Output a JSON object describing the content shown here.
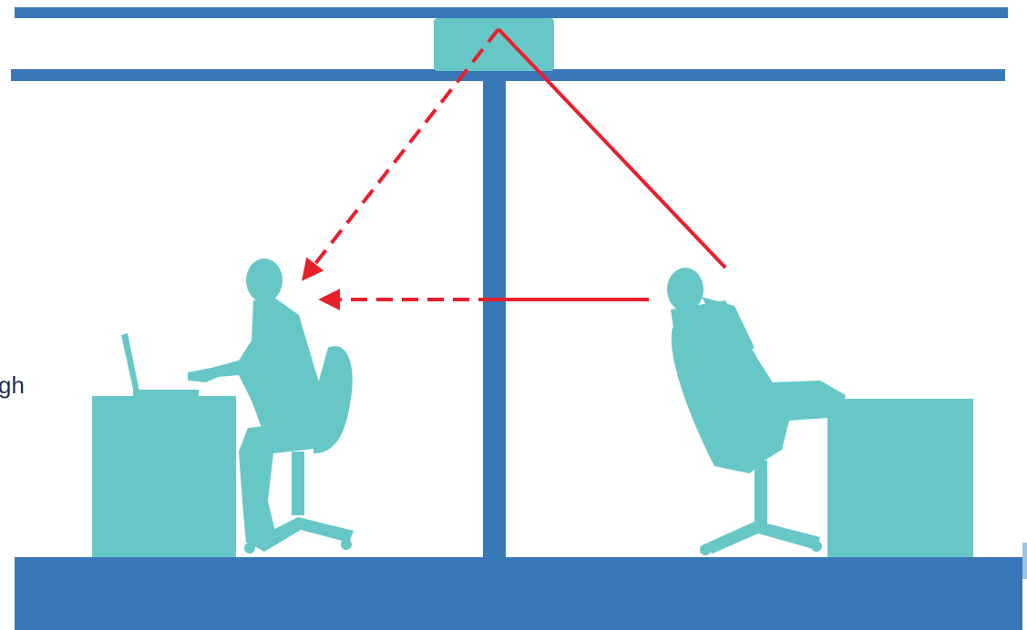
{
  "colors": {
    "structure": "#3978b8",
    "figure": "#67c7c7",
    "ceiling_unit": "#67c7c7",
    "sound_path": "#e8202a",
    "background": "#ffffff"
  },
  "elements": {
    "ceiling_unit": "ceiling-box",
    "partition": "wall",
    "left_person": "person-at-laptop-desk",
    "right_person": "person-on-phone-reclining",
    "direct_path": "solid-line",
    "transmitted_path": "dashed-arrow"
  },
  "cut_text": "gh"
}
